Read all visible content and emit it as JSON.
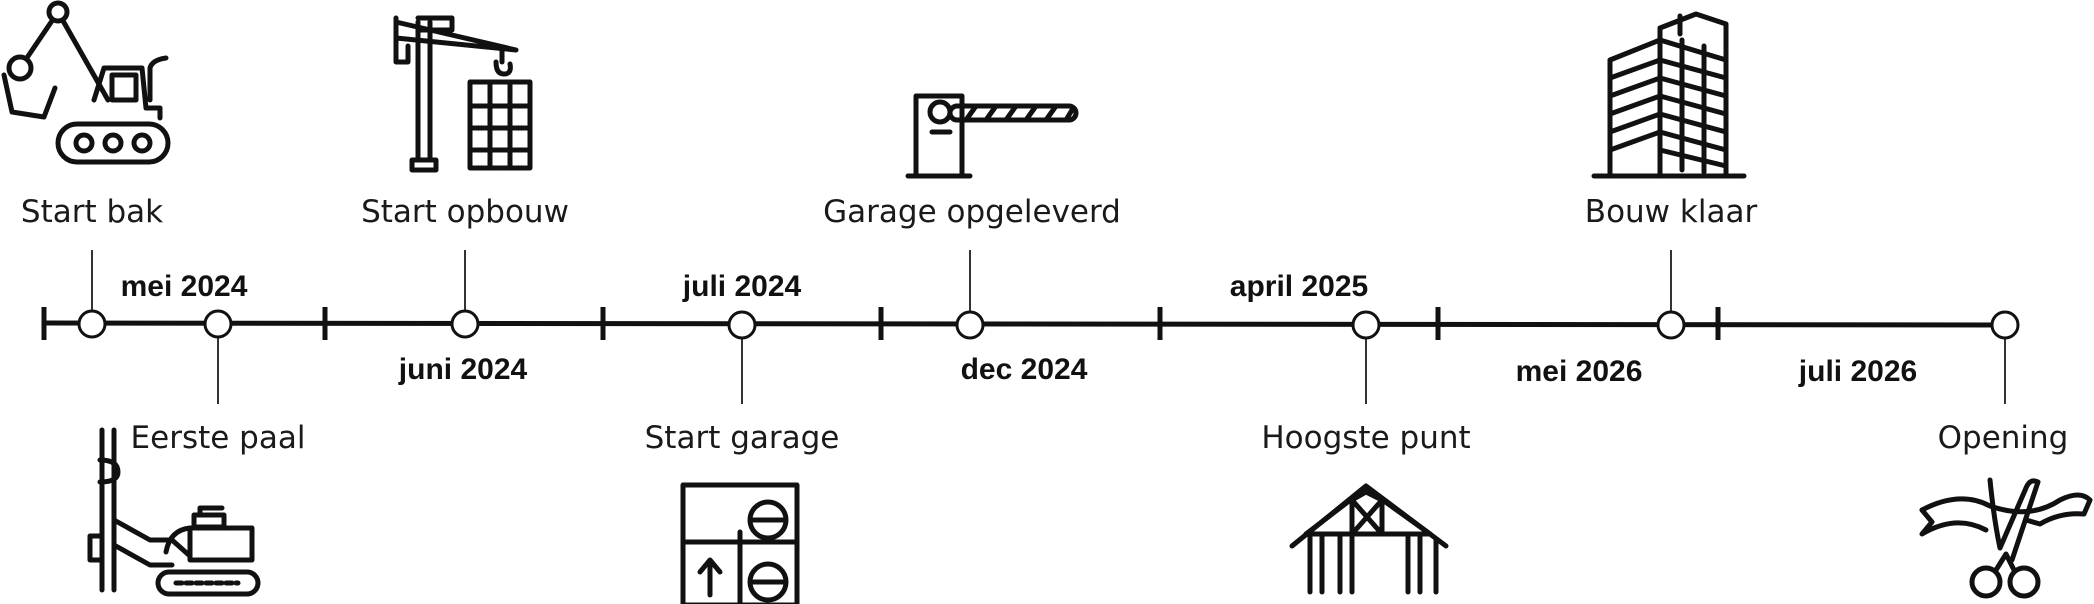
{
  "milestones": [
    {
      "label": "Start bak",
      "icon": "excavator-icon"
    },
    {
      "label": "Eerste paal",
      "icon": "pile-driver-icon"
    },
    {
      "label": "Start opbouw",
      "icon": "tower-crane-icon"
    },
    {
      "label": "Start garage",
      "icon": "parking-garage-icon"
    },
    {
      "label": "Garage opgeleverd",
      "icon": "parking-barrier-icon"
    },
    {
      "label": "Hoogste punt",
      "icon": "roof-truss-icon"
    },
    {
      "label": "Bouw klaar",
      "icon": "office-building-icon"
    },
    {
      "label": "Opening",
      "icon": "ribbon-cutting-icon"
    }
  ],
  "dates": [
    "mei 2024",
    "juni 2024",
    "juli 2024",
    "dec 2024",
    "april 2025",
    "mei 2026",
    "juli 2026"
  ],
  "colors": {
    "line": "#111111",
    "node_fill": "#ffffff",
    "text": "#1a1a1a"
  }
}
